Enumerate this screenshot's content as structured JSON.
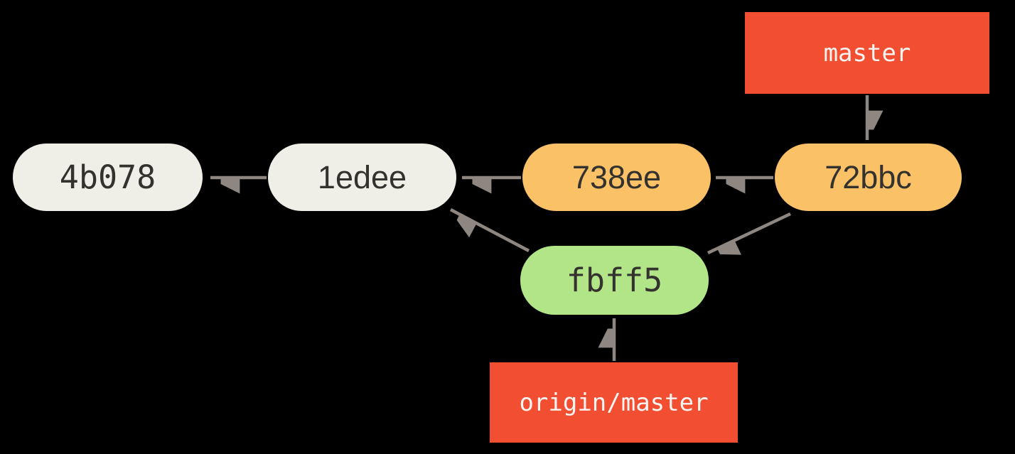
{
  "diagram": {
    "description": "Git commit history graph with diverged local and remote branches",
    "colors": {
      "background": "#000000",
      "commit_default": "#f0efe7",
      "commit_highlight": "#fbc166",
      "commit_merge": "#b2e588",
      "ref_label_bg": "#f14e32",
      "ref_label_text": "#faf5f2",
      "commit_text": "#33322f",
      "arrow": "#8e8680"
    },
    "commits": [
      {
        "id": "4b078",
        "color_role": "default"
      },
      {
        "id": "1edee",
        "color_role": "default"
      },
      {
        "id": "738ee",
        "color_role": "highlight"
      },
      {
        "id": "72bbc",
        "color_role": "highlight"
      },
      {
        "id": "fbff5",
        "color_role": "merge"
      }
    ],
    "edges": [
      {
        "from": "1edee",
        "to": "4b078"
      },
      {
        "from": "738ee",
        "to": "1edee"
      },
      {
        "from": "72bbc",
        "to": "738ee"
      },
      {
        "from": "fbff5",
        "to": "1edee"
      },
      {
        "from": "72bbc",
        "to": "fbff5"
      }
    ],
    "refs": [
      {
        "name": "master",
        "points_to": "72bbc"
      },
      {
        "name": "origin/master",
        "points_to": "fbff5"
      }
    ]
  }
}
